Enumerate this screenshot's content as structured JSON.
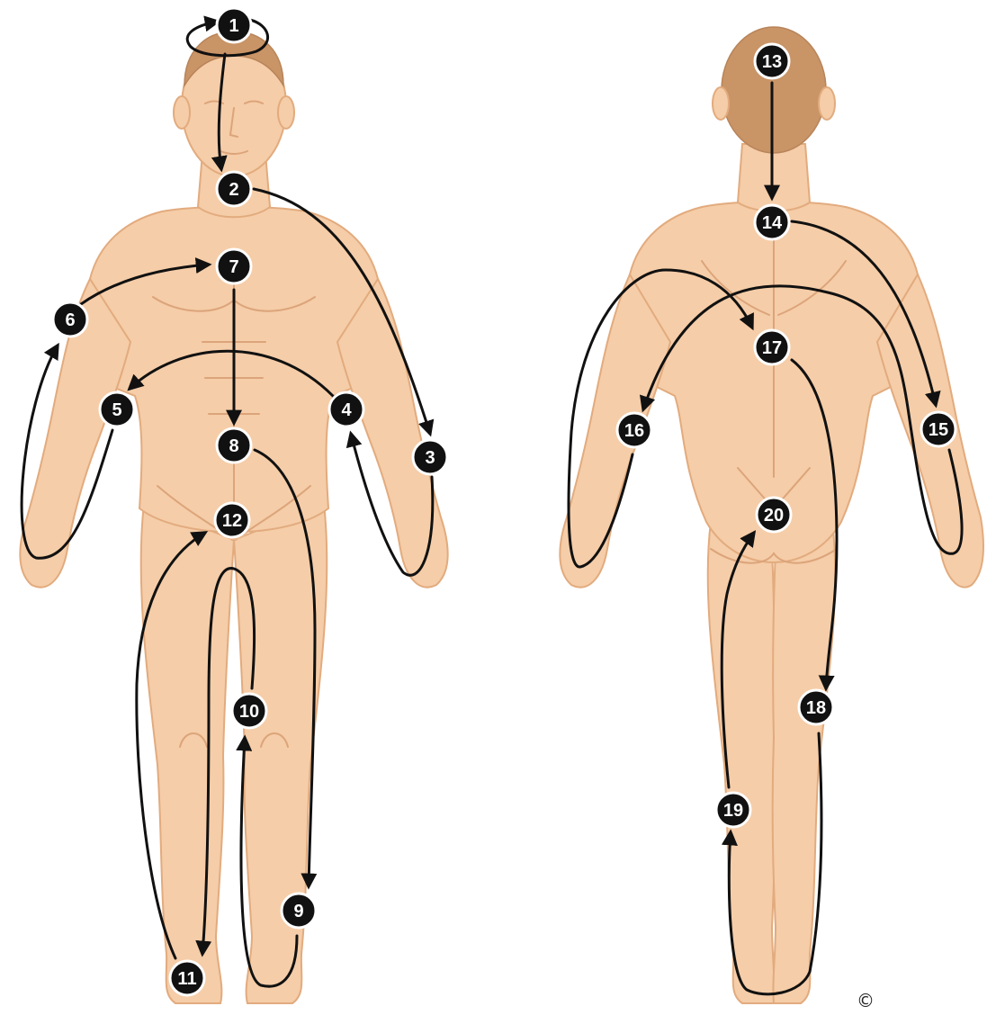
{
  "markers": [
    "1",
    "2",
    "3",
    "4",
    "5",
    "6",
    "7",
    "8",
    "9",
    "10",
    "11",
    "12",
    "13",
    "14",
    "15",
    "16",
    "17",
    "18",
    "19",
    "20"
  ],
  "copyright_symbol": "©",
  "colors": {
    "skin": "#f5cda8",
    "skin_outline": "#e2ab7e",
    "hair": "#c99466",
    "route": "#111111",
    "marker_fill": "#111111",
    "marker_text": "#ffffff"
  }
}
